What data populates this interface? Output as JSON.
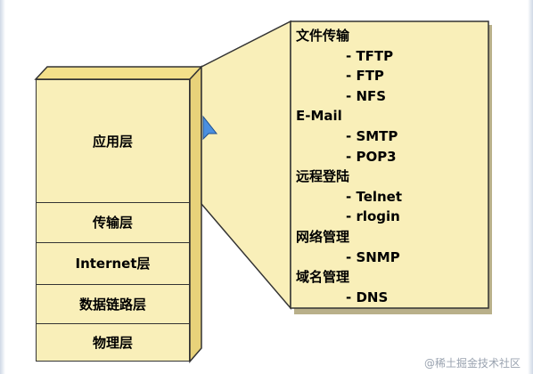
{
  "stack": {
    "layers": [
      {
        "label": "应用层"
      },
      {
        "label": "传输层"
      },
      {
        "label": "Internet层"
      },
      {
        "label": "数据链路层"
      },
      {
        "label": "物理层"
      }
    ]
  },
  "callout": {
    "groups": [
      {
        "category": "文件传输",
        "items": [
          "- TFTP",
          "- FTP",
          "- NFS"
        ]
      },
      {
        "category": "E-Mail",
        "items": [
          "- SMTP",
          "- POP3"
        ]
      },
      {
        "category": "远程登陆",
        "items": [
          "- Telnet",
          "- rlogin"
        ]
      },
      {
        "category": "网络管理",
        "items": [
          "- SNMP"
        ]
      },
      {
        "category": "域名管理",
        "items": [
          "- DNS"
        ]
      }
    ]
  },
  "watermark": "@稀土掘金技术社区",
  "colors": {
    "fill": "#f9efb9",
    "side": "#e8d27a",
    "top": "#f3e08a",
    "callout_shadow": "#b9b08a",
    "cursor": "#4a8fe0"
  }
}
